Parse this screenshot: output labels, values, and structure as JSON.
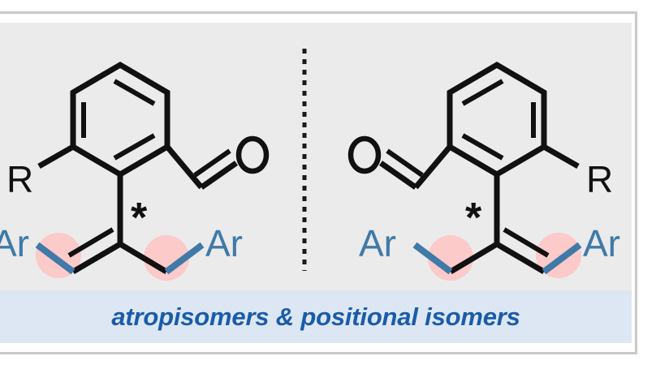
{
  "figure": {
    "background_color": "#ebebeb",
    "frame_border_color": "#c9c9c9",
    "caption": {
      "text": "atropisomers & positional isomers",
      "text_color": "#1a5ca8",
      "band_color": "#dde7f4"
    },
    "divider": {
      "style": "vertical-dashed",
      "color": "#1a1a1a"
    },
    "highlight_color": "#fbcac9",
    "aryl_color": "#3f7aa8",
    "bond_color": "#111111"
  },
  "structures": [
    {
      "id": "left-enantiomer",
      "side": "left",
      "labels": {
        "r_group": "R",
        "oxygen": "O",
        "stereocenter": "*",
        "aryl_vinyl": "Ar",
        "aryl_benzyl": "Ar"
      },
      "features": {
        "ring": "benzene",
        "substituent_left": "R",
        "substituent_right": "CHO",
        "alkene_side": "left",
        "methylene_side": "right"
      }
    },
    {
      "id": "right-enantiomer",
      "side": "right",
      "labels": {
        "r_group": "R",
        "oxygen": "O",
        "stereocenter": "*",
        "aryl_vinyl": "Ar",
        "aryl_benzyl": "Ar"
      },
      "features": {
        "ring": "benzene",
        "substituent_left": "CHO",
        "substituent_right": "R",
        "alkene_side": "right",
        "methylene_side": "left"
      }
    }
  ]
}
